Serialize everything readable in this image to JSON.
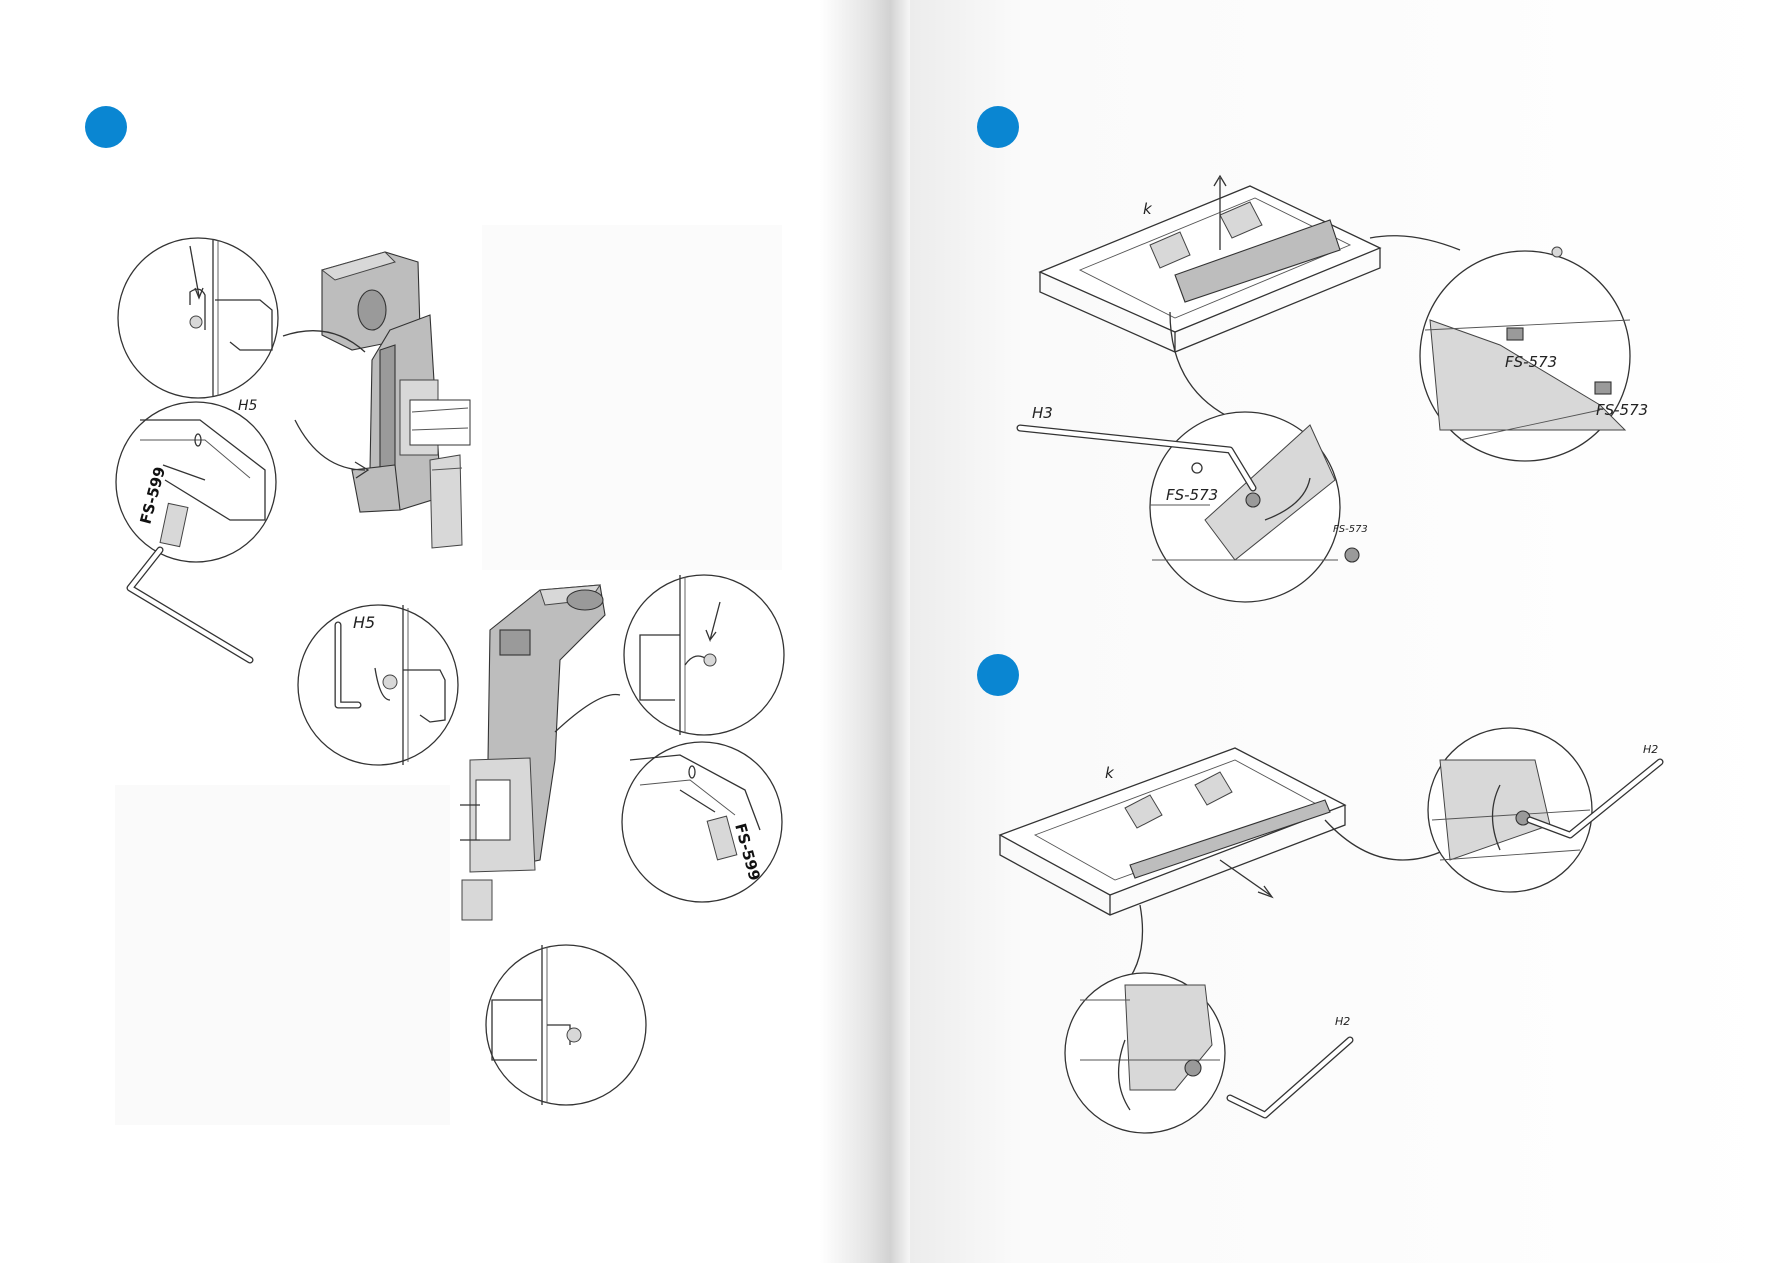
{
  "pages": {
    "left": {
      "step_badge_color": "#0a86d2",
      "labels": {
        "hex_key_top": "H5",
        "screw_top": "FS-599",
        "hex_key_mid": "H5",
        "screw_right": "FS-599"
      }
    },
    "right": {
      "step_badge_color": "#0a86d2",
      "top": {
        "panel_label": "k",
        "hex_key": "H3",
        "screw_a": "FS-573",
        "screw_b": "FS-573",
        "screw_c": "FS-573",
        "screw_d": "FS-573"
      },
      "bottom": {
        "panel_label": "k",
        "hex_key_right": "H2",
        "hex_key_bottom": "H2"
      }
    }
  },
  "colors": {
    "badge": "#0a86d2",
    "part_grey": "#bdbdbd",
    "page_shadow": "#e9e9e9"
  }
}
